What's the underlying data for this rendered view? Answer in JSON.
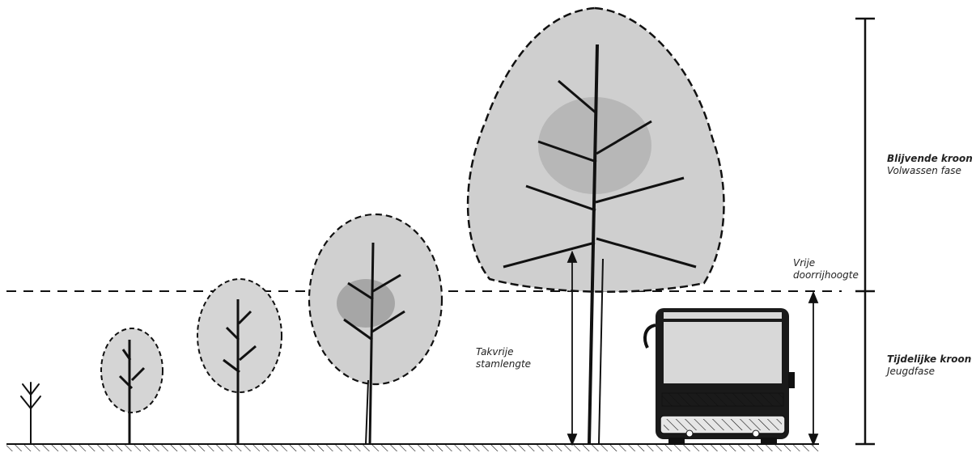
{
  "diagram": {
    "labels": {
      "blijvend_title": "Blijvende kroon",
      "blijvend_sub": "Volwassen fase",
      "tijdelijk_title": "Tijdelijke kroon",
      "tijdelijk_sub": "Jeugdfase",
      "vrije_1": "Vrije",
      "vrije_2": "doorrijhoogte",
      "takvrije_1": "Takvrije",
      "takvrije_2": "stamlengte"
    },
    "colors": {
      "ink": "#111111",
      "wash": "#bdbdbd",
      "wash_dark": "#8a8a8a",
      "bus_body": "#1a1a1a",
      "window": "#d8d8d8"
    },
    "icons": [
      "sapling-icon",
      "tree-icon",
      "bus-icon",
      "dimension-arrow-icon"
    ]
  }
}
